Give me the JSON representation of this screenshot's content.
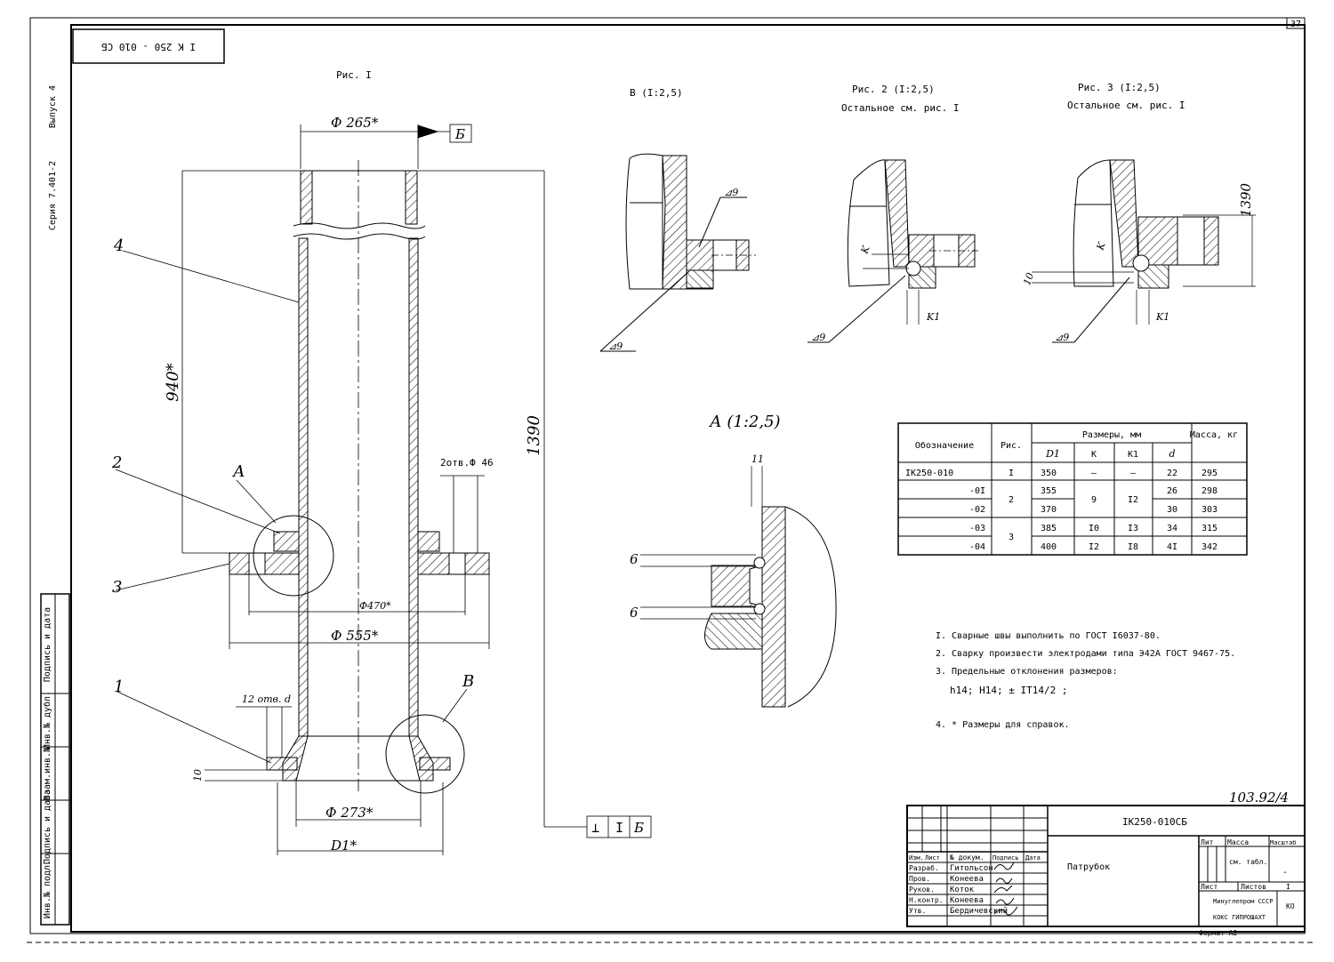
{
  "sheet_number": "37",
  "stamp_code": "I K 250 - 010 СБ",
  "side_labels": {
    "vypusk": "Выпуск 4",
    "seriya": "Серия 7.401-2"
  },
  "side_stamp_labels": [
    "Инв.№ подл.",
    "Подпись и дата",
    "Взам.инв.№",
    "Инв.№ дубл.",
    "Подпись и дата"
  ],
  "views": {
    "fig1": "Рис. I",
    "view_v": "В (I:2,5)",
    "fig2": "Рис. 2 (I:2,5)",
    "fig3": "Рис. 3 (I:2,5)",
    "rest_see": "Остальное см. рис. I",
    "view_a": "А (1:2,5)"
  },
  "dimensions": {
    "d265": "Ф 265*",
    "base_b": "Б",
    "d940": "940*",
    "d1390": "1390",
    "holes2": "2отв.Ф 46",
    "d470": "Ф470*",
    "d555": "Ф 555*",
    "holes12": "12 отв. d",
    "d10": "10",
    "d273": "Ф 273*",
    "d1": "D1*",
    "tol_perp": "⊥",
    "tol_val": "I",
    "tol_base": "Б",
    "weld": "⊿9",
    "k": "K",
    "k1": "K1",
    "a11": "11",
    "a6": "6"
  },
  "callouts": [
    "1",
    "2",
    "3",
    "4",
    "А",
    "В"
  ],
  "spec_table": {
    "headers": {
      "oboznachenie": "Обозначение",
      "ris": "Рис.",
      "razmery": "Размеры, мм",
      "massa": "Масса, кг"
    },
    "sub_headers": [
      "D1",
      "K",
      "K1",
      "d"
    ],
    "rows": [
      {
        "oboznachenie": "IK250-010",
        "ris": "I",
        "d1": "350",
        "k": "–",
        "k1": "–",
        "d": "22",
        "massa": "295"
      },
      {
        "oboznachenie": "-0I",
        "ris": "2",
        "d1": "355",
        "k": "9",
        "k1": "I2",
        "d": "26",
        "massa": "298"
      },
      {
        "oboznachenie": "-02",
        "ris": "",
        "d1": "370",
        "k": "",
        "k1": "",
        "d": "30",
        "massa": "303"
      },
      {
        "oboznachenie": "-03",
        "ris": "3",
        "d1": "385",
        "k": "I0",
        "k1": "I3",
        "d": "34",
        "massa": "315"
      },
      {
        "oboznachenie": "-04",
        "ris": "",
        "d1": "400",
        "k": "I2",
        "k1": "I8",
        "d": "4I",
        "massa": "342"
      }
    ]
  },
  "notes": [
    "I. Сварные швы выполнить по ГОСТ I6037-80.",
    "2. Сварку произвести электродами типа Э42А ГОСТ 9467-75.",
    "3. Предельные отклонения размеров:",
    "h14; H14; ± IT14/2 ;",
    "4. * Размеры для справок."
  ],
  "title_block": {
    "doc_number": "103.92/4",
    "designation": "IK250-010СБ",
    "name": "Патрубок",
    "role_headers": [
      "Изм.",
      "Лист",
      "№ докум.",
      "Подпись",
      "Дата"
    ],
    "roles": [
      {
        "role": "Разраб.",
        "name": "Гитольсон"
      },
      {
        "role": "Пров.",
        "name": "Конеева"
      },
      {
        "role": "Руков.",
        "name": "Коток"
      },
      {
        "role": "Н.контр.",
        "name": "Конеева"
      },
      {
        "role": "Утв.",
        "name": "Бердичевский"
      }
    ],
    "lit": "Лит",
    "mass_label": "Масса",
    "scale_label": "Масштаб",
    "mass_value": "см. табл.",
    "scale_value": "-",
    "sheet_label": "Лист",
    "sheets_label": "Листов",
    "sheets_value": "I",
    "org": "Минуглепром СССР",
    "org2": "КОКС ГИПРОШАХТ",
    "ko": "КО",
    "format": "Формат А2"
  }
}
